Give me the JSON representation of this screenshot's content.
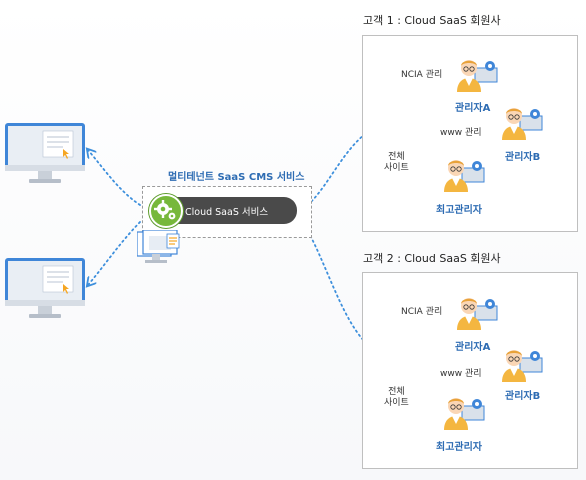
{
  "service": {
    "title": "멀티테넌트 SaaS CMS 서비스",
    "pill_label": "Cloud SaaS 서비스"
  },
  "customers": [
    {
      "title": "고객 1 : Cloud SaaS 회원사",
      "nodes": {
        "admin_a_label": "관리자A",
        "admin_b_label": "관리자B",
        "super_label": "최고관리자"
      },
      "links": {
        "nia_label": "NCIA 관리",
        "www_label": "www 관리",
        "all_sites_label_1": "전체",
        "all_sites_label_2": "사이트"
      }
    },
    {
      "title": "고객 2 : Cloud SaaS 회원사",
      "nodes": {
        "admin_a_label": "관리자A",
        "admin_b_label": "관리자B",
        "super_label": "최고관리자"
      },
      "links": {
        "nia_label": "NCIA 관리",
        "www_label": "www 관리",
        "all_sites_label_1": "전체",
        "all_sites_label_2": "사이트"
      }
    }
  ],
  "colors": {
    "accent_blue": "#2e6cb3",
    "link_dots": "#3d8fdc",
    "pill_bg": "#4a4a4a",
    "gear_green": "#77b83b",
    "monitor_body": "#3f86d8"
  },
  "icons": [
    "monitor-icon",
    "gear-icon",
    "admin-person-icon",
    "server-stack-icon"
  ]
}
